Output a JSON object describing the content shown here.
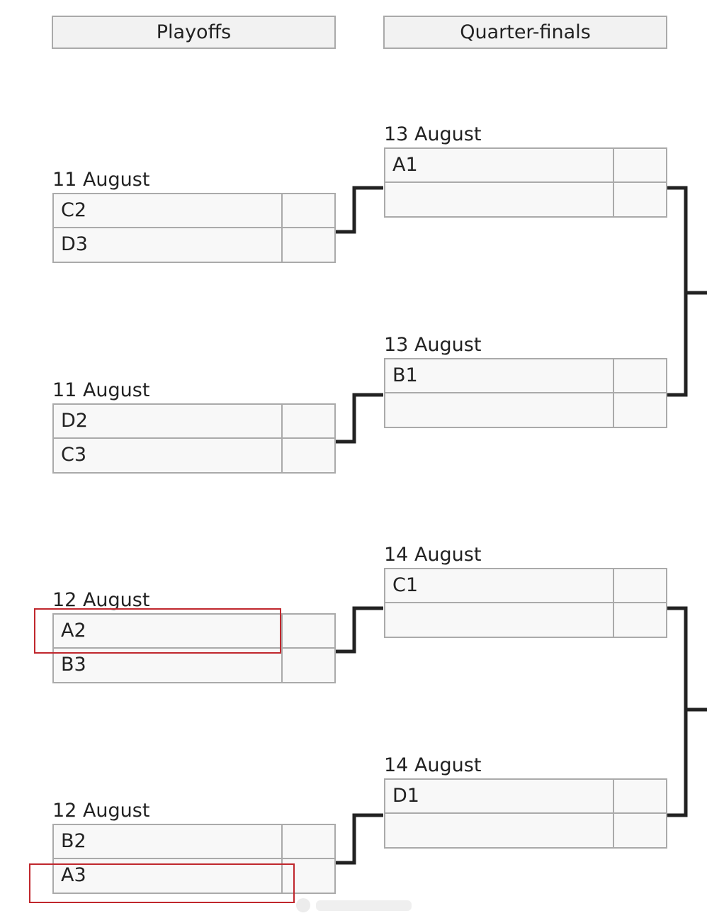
{
  "rounds": {
    "playoffs": "Playoffs",
    "quarter_finals": "Quarter-finals"
  },
  "playoff_matches": [
    {
      "date": "11 August",
      "team1": "C2",
      "team2": "D3"
    },
    {
      "date": "11 August",
      "team1": "D2",
      "team2": "C3"
    },
    {
      "date": "12 August",
      "team1": "A2",
      "team2": "B3"
    },
    {
      "date": "12 August",
      "team1": "B2",
      "team2": "A3"
    }
  ],
  "quarterfinal_matches": [
    {
      "date": "13 August",
      "team1": "A1",
      "team2": ""
    },
    {
      "date": "13 August",
      "team1": "B1",
      "team2": ""
    },
    {
      "date": "14 August",
      "team1": "C1",
      "team2": ""
    },
    {
      "date": "14 August",
      "team1": "D1",
      "team2": ""
    }
  ],
  "highlighted_teams": [
    "A2",
    "A3"
  ],
  "colors": {
    "connector": "#222222",
    "box_border": "#aaaaaa",
    "box_fill": "#f8f8f8",
    "header_fill": "#f2f2f2",
    "highlight": "#c0272d"
  }
}
